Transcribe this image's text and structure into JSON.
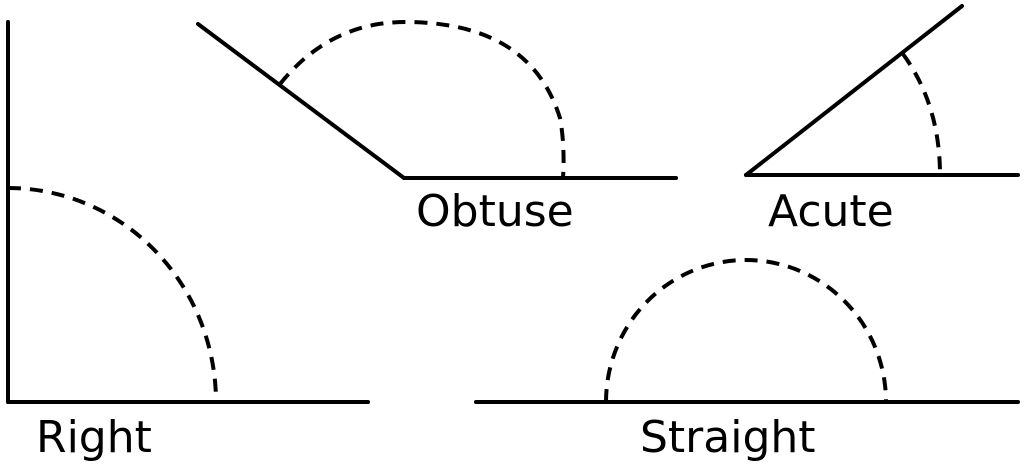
{
  "angles": [
    {
      "name": "Right"
    },
    {
      "name": "Obtuse"
    },
    {
      "name": "Acute"
    },
    {
      "name": "Straight"
    }
  ],
  "colors": {
    "ink": "#000000",
    "background": "#ffffff"
  }
}
